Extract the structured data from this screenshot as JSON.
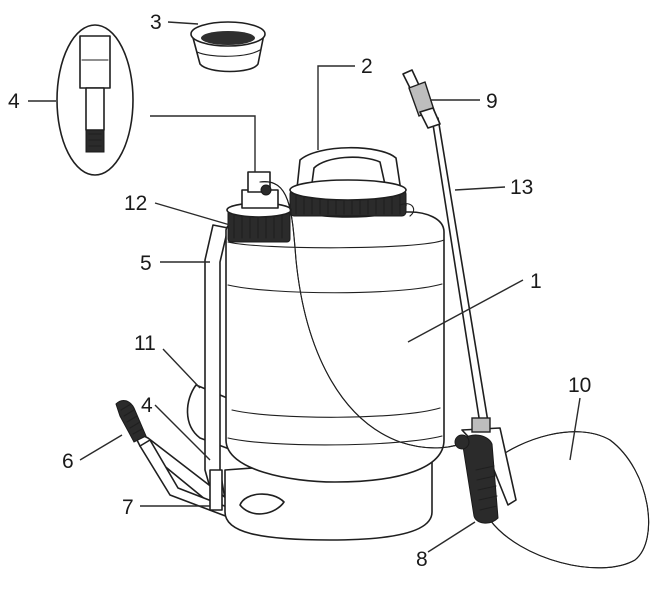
{
  "diagram": {
    "callouts": [
      {
        "id": "c1",
        "label": "1"
      },
      {
        "id": "c2",
        "label": "2"
      },
      {
        "id": "c3",
        "label": "3"
      },
      {
        "id": "c4a",
        "label": "4"
      },
      {
        "id": "c4b",
        "label": "4"
      },
      {
        "id": "c5",
        "label": "5"
      },
      {
        "id": "c6",
        "label": "6"
      },
      {
        "id": "c7",
        "label": "7"
      },
      {
        "id": "c8",
        "label": "8"
      },
      {
        "id": "c9",
        "label": "9"
      },
      {
        "id": "c10",
        "label": "10"
      },
      {
        "id": "c11",
        "label": "11"
      },
      {
        "id": "c12",
        "label": "12"
      },
      {
        "id": "c13",
        "label": "13"
      }
    ]
  }
}
